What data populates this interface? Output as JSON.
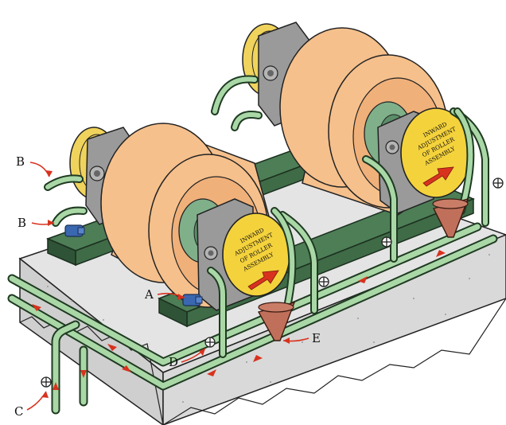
{
  "callouts": {
    "a": "A",
    "b_upper": "B",
    "b_lower": "B",
    "c": "C",
    "d": "D",
    "e": "E"
  },
  "plates": {
    "front": [
      "INWARD",
      "ADJUSTMENT",
      "OF ROLLER",
      "ASSEMBLY"
    ],
    "rear": [
      "INWARD",
      "ADJUSTMENT",
      "OF ROLLER",
      "ASSEMBLY"
    ]
  },
  "colors": {
    "pipe": "#a9d8a6",
    "roller": "#f5c08c",
    "frame": "#9a9a9a",
    "rail": "#3f6b47",
    "motor": "#3a68b0",
    "plate": "#f4d23c",
    "arrow": "#d8321e",
    "strainer": "#c0705a",
    "foundation": "#e6e6e6"
  },
  "icons": [
    "valve-handwheel-icon",
    "flow-arrow-icon",
    "strainer-icon",
    "motor-icon"
  ]
}
